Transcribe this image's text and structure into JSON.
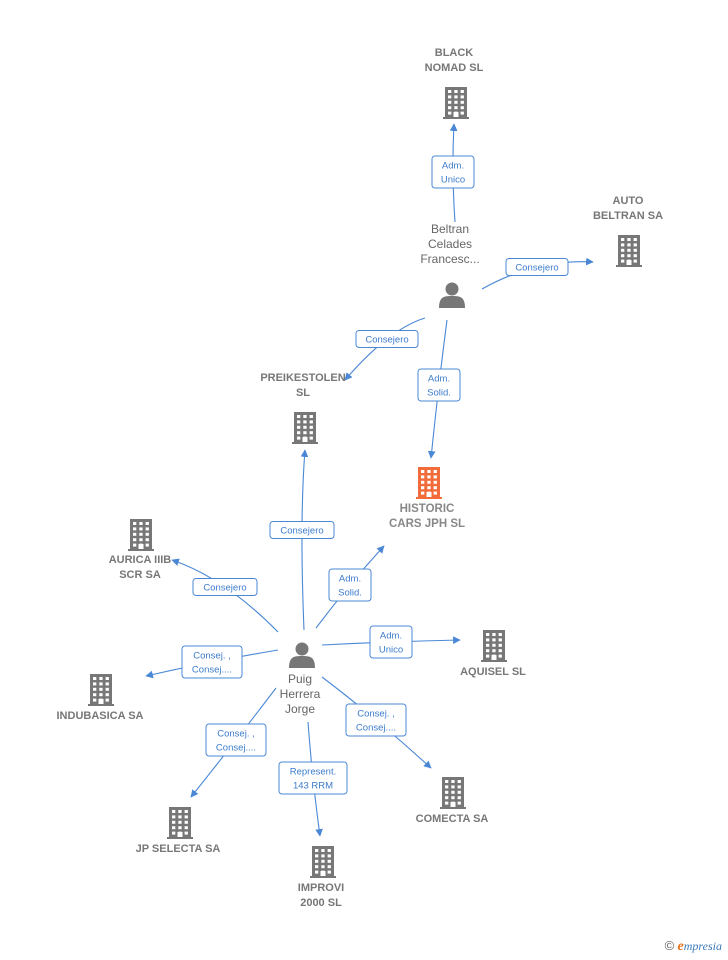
{
  "colors": {
    "edge": "#4a88d6",
    "building": "#777777",
    "building_main": "#f26b3a",
    "person": "#777777"
  },
  "nodes": [
    {
      "id": "black_nomad",
      "kind": "company",
      "lines": [
        "BLACK",
        "NOMAD  SL"
      ]
    },
    {
      "id": "auto_beltran",
      "kind": "company",
      "lines": [
        "AUTO",
        "BELTRAN SA"
      ]
    },
    {
      "id": "beltran",
      "kind": "person",
      "lines": [
        "Beltran",
        "Celades",
        "Francesc..."
      ]
    },
    {
      "id": "preikestolen",
      "kind": "company",
      "lines": [
        "PREIKESTOLEN",
        "SL"
      ]
    },
    {
      "id": "historic",
      "kind": "company_main",
      "lines": [
        "HISTORIC",
        "CARS JPH  SL"
      ]
    },
    {
      "id": "aurica",
      "kind": "company",
      "lines": [
        "AURICA IIIB",
        "SCR SA"
      ]
    },
    {
      "id": "puig",
      "kind": "person",
      "lines": [
        "Puig",
        "Herrera",
        "Jorge"
      ]
    },
    {
      "id": "aquisel",
      "kind": "company",
      "lines": [
        "AQUISEL SL"
      ]
    },
    {
      "id": "indubasica",
      "kind": "company",
      "lines": [
        "INDUBASICA SA"
      ]
    },
    {
      "id": "jp_selecta",
      "kind": "company",
      "lines": [
        "JP SELECTA SA"
      ]
    },
    {
      "id": "improvi",
      "kind": "company",
      "lines": [
        "IMPROVI",
        "2000 SL"
      ]
    },
    {
      "id": "comecta",
      "kind": "company",
      "lines": [
        "COMECTA SA"
      ]
    }
  ],
  "edges": [
    {
      "from": "beltran",
      "to": "black_nomad",
      "lines": [
        "Adm.",
        "Unico"
      ]
    },
    {
      "from": "beltran",
      "to": "auto_beltran",
      "lines": [
        "Consejero"
      ]
    },
    {
      "from": "beltran",
      "to": "preikestolen",
      "lines": [
        "Consejero"
      ]
    },
    {
      "from": "beltran",
      "to": "historic",
      "lines": [
        "Adm.",
        "Solid."
      ]
    },
    {
      "from": "puig",
      "to": "preikestolen",
      "lines": [
        "Consejero"
      ]
    },
    {
      "from": "puig",
      "to": "historic",
      "lines": [
        "Adm.",
        "Solid."
      ]
    },
    {
      "from": "puig",
      "to": "aurica",
      "lines": [
        "Consejero"
      ]
    },
    {
      "from": "puig",
      "to": "aquisel",
      "lines": [
        "Adm.",
        "Unico"
      ]
    },
    {
      "from": "puig",
      "to": "indubasica",
      "lines": [
        "Consej. ,",
        "Consej...."
      ]
    },
    {
      "from": "puig",
      "to": "jp_selecta",
      "lines": [
        "Consej. ,",
        "Consej...."
      ]
    },
    {
      "from": "puig",
      "to": "improvi",
      "lines": [
        "Represent.",
        "143 RRM"
      ]
    },
    {
      "from": "puig",
      "to": "comecta",
      "lines": [
        "Consej. ,",
        "Consej...."
      ]
    }
  ],
  "watermark": {
    "copyright": "©",
    "brand_initial": "e",
    "brand_rest": "mpresia"
  }
}
